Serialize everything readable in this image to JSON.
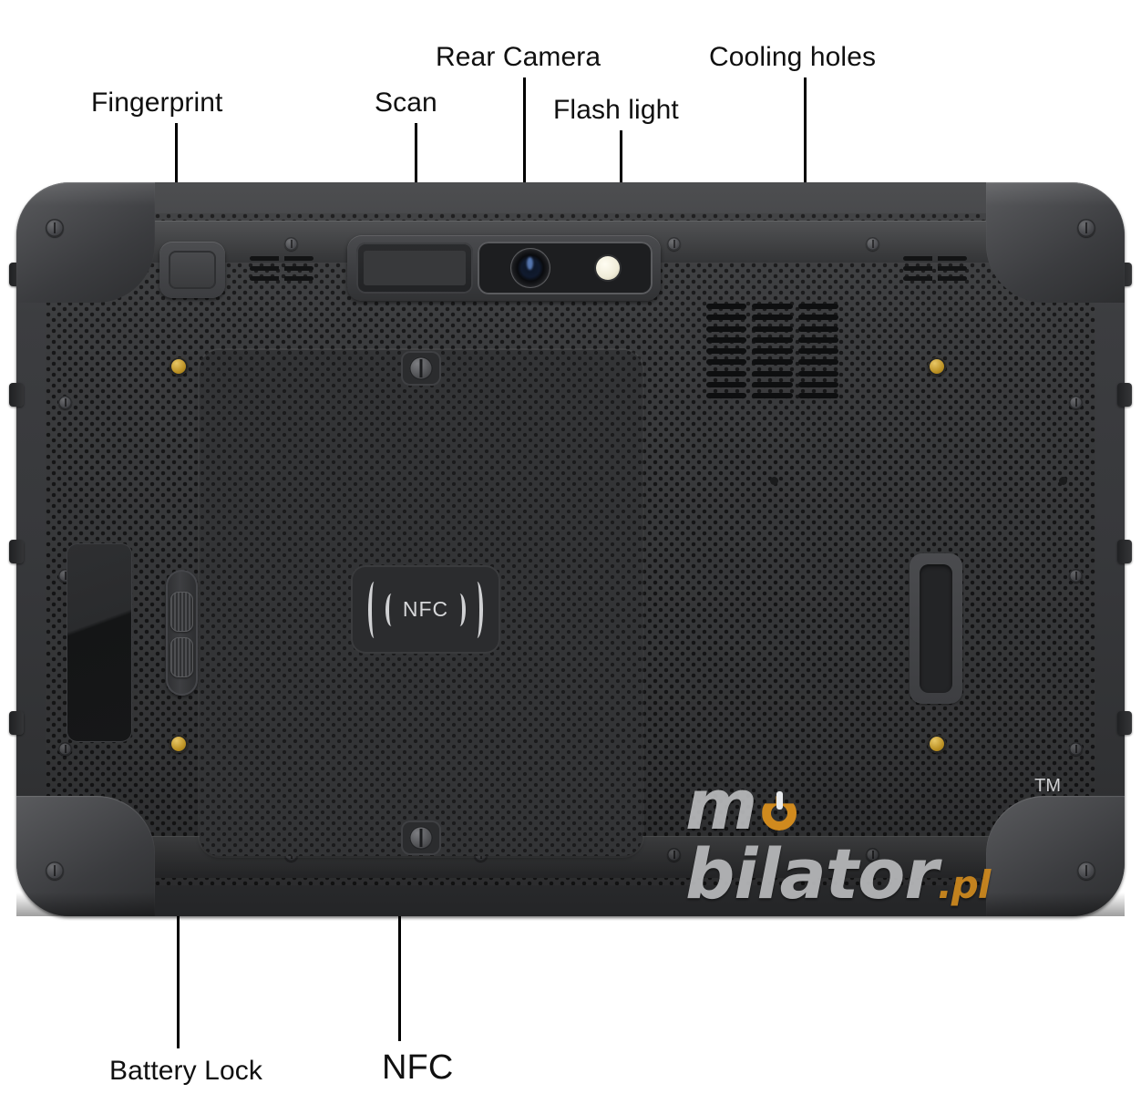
{
  "figure": {
    "subject": "Rugged tablet rear view with labeled components",
    "background_color": "#ffffff"
  },
  "callouts": [
    {
      "id": "fingerprint",
      "label": "Fingerprint",
      "size": "normal"
    },
    {
      "id": "scan",
      "label": "Scan",
      "size": "normal"
    },
    {
      "id": "rear-camera",
      "label": "Rear Camera",
      "size": "normal"
    },
    {
      "id": "flash-light",
      "label": "Flash light",
      "size": "normal"
    },
    {
      "id": "cooling-holes",
      "label": "Cooling holes",
      "size": "normal"
    },
    {
      "id": "battery-lock",
      "label": "Battery Lock",
      "size": "normal"
    },
    {
      "id": "nfc",
      "label": "NFC",
      "size": "big"
    }
  ],
  "device": {
    "nfc_badge_text": "NFC",
    "body_color": "#3a3b3d",
    "frame_color": "#45464a",
    "screw_brass_color": "#c9a43a"
  },
  "watermark": {
    "text_before": "m",
    "text_after": "bilator",
    "domain_suffix": ".pl",
    "trademark": "TM",
    "accent_color": "#d08a1e",
    "text_color": "#b9babc"
  }
}
